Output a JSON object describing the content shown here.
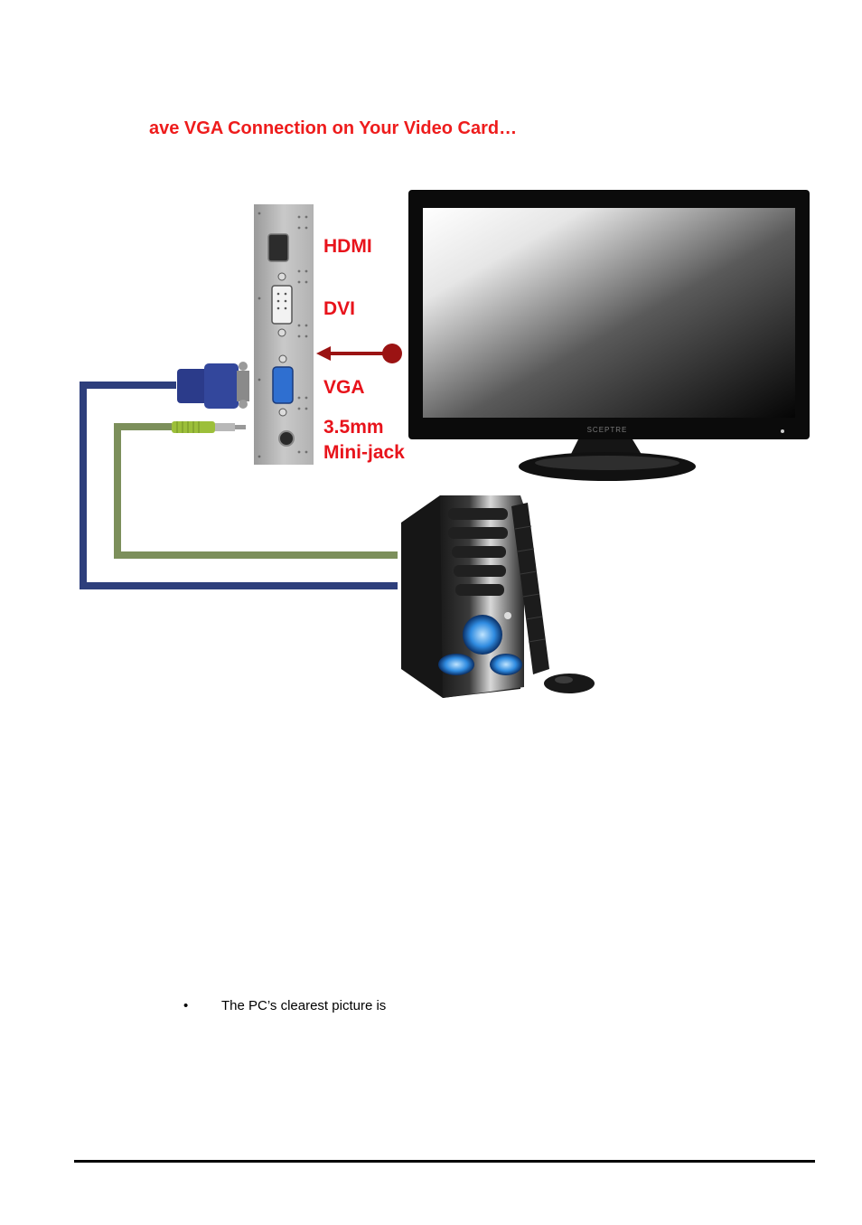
{
  "heading": "ave VGA Connection on Your Video Card…",
  "ports": {
    "hdmi": "HDMI",
    "dvi": "DVI",
    "vga": "VGA",
    "minijack_line1": "3.5mm",
    "minijack_line2": "Mini-jack"
  },
  "monitor_brand": "SCEPTRE",
  "bullet": {
    "symbol": "•",
    "text": "The PC’s clearest picture is"
  },
  "colors": {
    "heading": "#ee1c1c",
    "port_label": "#e8131b",
    "vga_cable": "#2e3f7c",
    "audio_cable": "#7c8f5b",
    "arrow": "#9b1313"
  }
}
